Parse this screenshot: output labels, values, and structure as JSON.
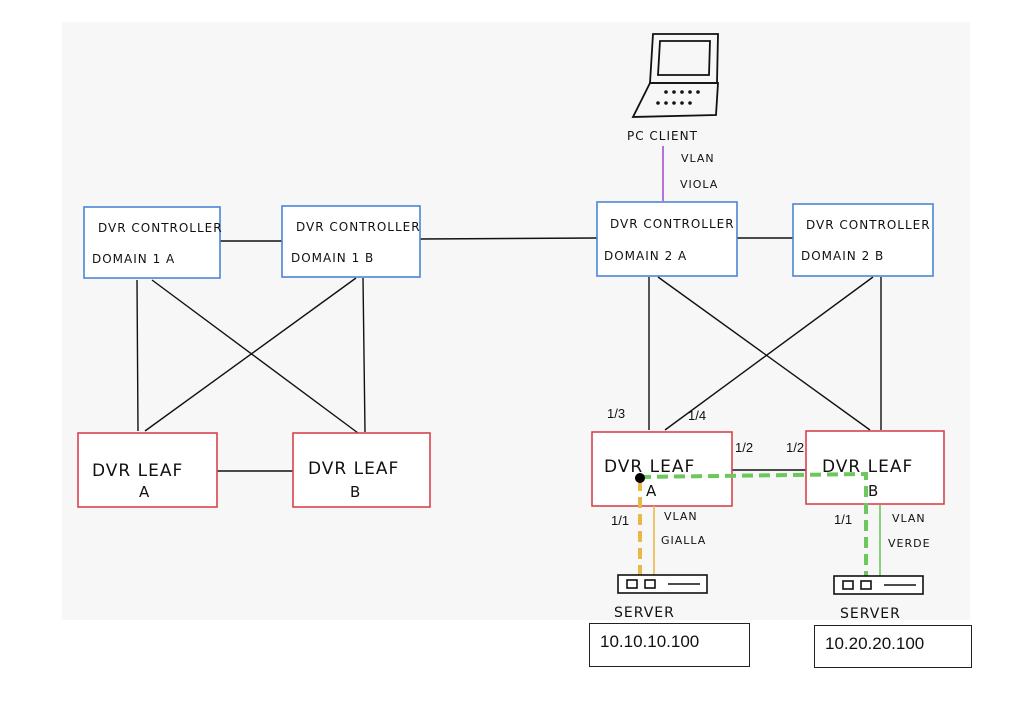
{
  "controllers": {
    "d1a": {
      "line1": "DVR CONTROLLER",
      "line2": "DOMAIN 1 A"
    },
    "d1b": {
      "line1": "DVR CONTROLLER",
      "line2": "DOMAIN 1 B"
    },
    "d2a": {
      "line1": "DVR CONTROLLER",
      "line2": "DOMAIN 2 A"
    },
    "d2b": {
      "line1": "DVR CONTROLLER",
      "line2": "DOMAIN 2 B"
    }
  },
  "leaves": {
    "d1a": {
      "line1": "DVR LEAF",
      "line2": "A"
    },
    "d1b": {
      "line1": "DVR LEAF",
      "line2": "B"
    },
    "d2a": {
      "line1": "DVR LEAF",
      "line2": "A"
    },
    "d2b": {
      "line1": "DVR LEAF",
      "line2": "B"
    }
  },
  "pc_client": {
    "label": "PC CLIENT"
  },
  "vlans": {
    "viola": {
      "line1": "VLAN",
      "line2": "VIOLA",
      "color": "#a64fd6"
    },
    "gialla": {
      "line1": "VLAN",
      "line2": "GIALLA",
      "color": "#e8b84a"
    },
    "verde": {
      "line1": "VLAN",
      "line2": "VERDE",
      "color": "#6cc75c"
    }
  },
  "ports": {
    "leafA_up1": "1/3",
    "leafA_up2": "1/4",
    "leafA_isl": "1/2",
    "leafB_isl": "1/2",
    "leafA_down": "1/1",
    "leafB_down": "1/1"
  },
  "servers": {
    "a": {
      "label": "SERVER",
      "ip": "10.10.10.100"
    },
    "b": {
      "label": "SERVER",
      "ip": "10.20.20.100"
    }
  },
  "colors": {
    "controller_border": "#4a86d8",
    "leaf_border": "#d9434c",
    "background": "#f7f7f7"
  }
}
